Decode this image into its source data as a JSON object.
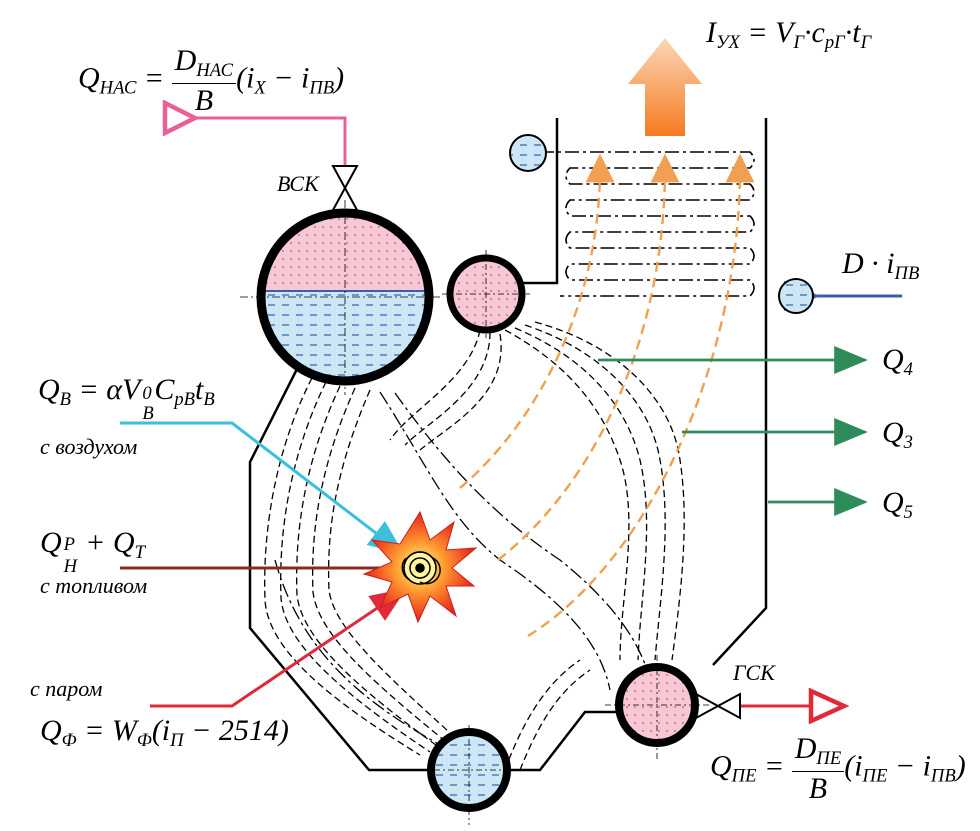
{
  "labels": {
    "vsk": "ВСК",
    "gsk": "ГСК",
    "air": "с воздухом",
    "fuel": "с топливом",
    "steam": "с паром"
  },
  "formulas": {
    "q_nas": {
      "lhs": "Q",
      "lhs_sub": "НАС",
      "eq": "=",
      "num": "D",
      "num_sub": "НАС",
      "den": "B",
      "paren_open": "(",
      "i1": "i",
      "i1_sub": "X",
      "minus": "−",
      "i2": "i",
      "i2_sub": "ПВ",
      "paren_close": ")"
    },
    "i_ux": {
      "lhs": "I",
      "lhs_sub": "УХ",
      "eq": "=",
      "v": "V",
      "v_sub": "Г",
      "c": "·c",
      "c_sub": "pГ",
      "t": "·t",
      "t_sub": "Г"
    },
    "d_ipv": {
      "d": "D",
      "dot": "·",
      "i": "i",
      "i_sub": "ПВ"
    },
    "q4": {
      "q": "Q",
      "sub": "4"
    },
    "q3": {
      "q": "Q",
      "sub": "3"
    },
    "q5": {
      "q": "Q",
      "sub": "5"
    },
    "q_b": {
      "lhs": "Q",
      "lhs_sub": "В",
      "eq": "= αV",
      "v_sub": "В",
      "v_sup": "0",
      "c": "C",
      "c_sub": "pВ",
      "t": "t",
      "t_sub": "В"
    },
    "q_fuel": {
      "q": "Q",
      "q_sub": "Н",
      "q_sup": "Р",
      "plus": "+ Q",
      "t_sub": "Т"
    },
    "q_f": {
      "lhs": "Q",
      "lhs_sub": "Ф",
      "eq": "= W",
      "w_sub": "Ф",
      "paren": "(i",
      "i_sub": "П",
      "rest": "− 2514)"
    },
    "q_pe": {
      "lhs": "Q",
      "lhs_sub": "ПЕ",
      "eq": "=",
      "num": "D",
      "num_sub": "ПЕ",
      "den": "B",
      "paren_open": "(",
      "i1": "i",
      "i1_sub": "ПЕ",
      "minus": "−",
      "i2": "i",
      "i2_sub": "ПВ",
      "paren_close": ")"
    }
  },
  "colors": {
    "steam_line": "#e8609a",
    "feedwater_line": "#3a5fa8",
    "loss_arrow": "#2e8b5a",
    "air_line": "#3bbfdc",
    "fuel_line": "#8b2a22",
    "steam_in_line": "#e02a3a",
    "superheated_line": "#e02a3a",
    "flue_arrow": "#f58a3a",
    "gas_path": "#f0a050",
    "water_fill": "#cde6f5",
    "steam_fill": "#f7c8d3"
  },
  "icons": [
    "drum-icon",
    "valve-icon",
    "burner-icon",
    "flame-icon",
    "header-icon"
  ]
}
